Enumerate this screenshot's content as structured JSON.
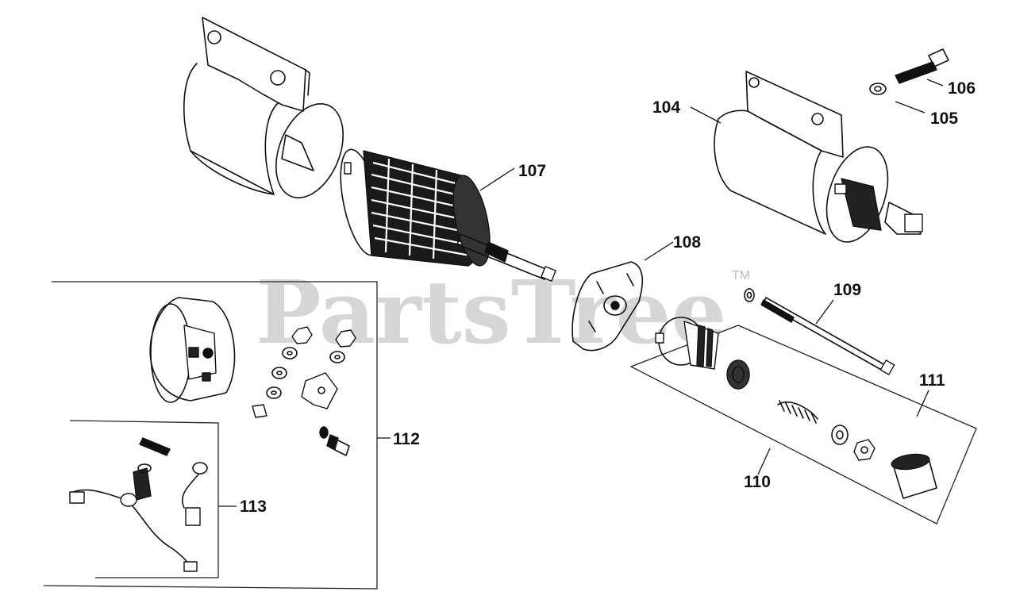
{
  "watermark": {
    "text": "PartsTree",
    "trademark": "TM"
  },
  "callouts": {
    "c104": "104",
    "c105": "105",
    "c106": "106",
    "c107": "107",
    "c108": "108",
    "c109": "109",
    "c110": "110",
    "c111": "111",
    "c112": "112",
    "c113": "113"
  }
}
